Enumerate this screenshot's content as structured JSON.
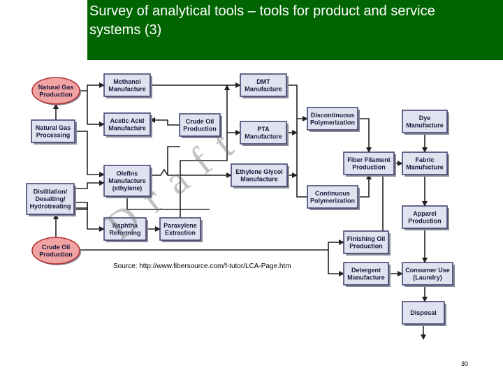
{
  "slide": {
    "title": "Survey of analytical tools – tools for product and service systems (3)",
    "source": "Source: http://www.fibersource.com/f-tutor/LCA-Page.htm",
    "watermark": "Draft",
    "page_number": "30"
  },
  "colors": {
    "title_bar": "#006400",
    "box_fill": "#dfe3f0",
    "box_border": "#3a3a6a",
    "oval_fill": "#f2a3a3",
    "oval_border": "#b03030"
  },
  "nodes": [
    {
      "id": "natural-gas-production",
      "shape": "oval",
      "lines": [
        "Natural Gas",
        "Production"
      ]
    },
    {
      "id": "natural-gas-processing",
      "shape": "box",
      "lines": [
        "Natural Gas",
        "Processing"
      ]
    },
    {
      "id": "distillation",
      "shape": "box",
      "lines": [
        "Distillation/",
        "Desalting/",
        "Hydrotreating"
      ]
    },
    {
      "id": "crude-oil-production-src",
      "shape": "oval",
      "lines": [
        "Crude Oil",
        "Production"
      ]
    },
    {
      "id": "methanol",
      "shape": "box",
      "lines": [
        "Methanol",
        "Manufacture"
      ]
    },
    {
      "id": "acetic-acid",
      "shape": "box",
      "lines": [
        "Acetic Acid",
        "Manufacture"
      ]
    },
    {
      "id": "olefins",
      "shape": "box",
      "lines": [
        "Olefins",
        "Manufacture",
        "(ethylene)"
      ]
    },
    {
      "id": "naphtha",
      "shape": "box",
      "lines": [
        "Naphtha",
        "Reforming"
      ]
    },
    {
      "id": "crude-oil-production",
      "shape": "box",
      "lines": [
        "Crude Oil",
        "Production"
      ]
    },
    {
      "id": "paraxylene",
      "shape": "box",
      "lines": [
        "Paraxylene",
        "Extraction"
      ]
    },
    {
      "id": "dmt",
      "shape": "box",
      "lines": [
        "DMT",
        "Manufacture"
      ]
    },
    {
      "id": "pta",
      "shape": "box",
      "lines": [
        "PTA",
        "Manufacture"
      ]
    },
    {
      "id": "ethylene-glycol",
      "shape": "box",
      "lines": [
        "Ethylene Glycol",
        "Manufacture"
      ]
    },
    {
      "id": "discontinuous-polymerization",
      "shape": "box",
      "lines": [
        "Discontinuous",
        "Polymerization"
      ]
    },
    {
      "id": "continuous-polymerization",
      "shape": "box",
      "lines": [
        "Continuous",
        "Polymerization"
      ]
    },
    {
      "id": "fiber-filament",
      "shape": "box",
      "lines": [
        "Fiber Filament",
        "Production"
      ]
    },
    {
      "id": "finishing-oil",
      "shape": "box",
      "lines": [
        "Finishing Oil",
        "Production"
      ]
    },
    {
      "id": "detergent",
      "shape": "box",
      "lines": [
        "Detergent",
        "Manufacture"
      ]
    },
    {
      "id": "dye",
      "shape": "box",
      "lines": [
        "Dye",
        "Manufacture"
      ]
    },
    {
      "id": "fabric",
      "shape": "box",
      "lines": [
        "Fabric",
        "Manufacture"
      ]
    },
    {
      "id": "apparel",
      "shape": "box",
      "lines": [
        "Apparel",
        "Production"
      ]
    },
    {
      "id": "consumer-use",
      "shape": "box",
      "lines": [
        "Consumer Use",
        "(Laundry)"
      ]
    },
    {
      "id": "disposal",
      "shape": "box",
      "lines": [
        "Disposal"
      ]
    }
  ]
}
